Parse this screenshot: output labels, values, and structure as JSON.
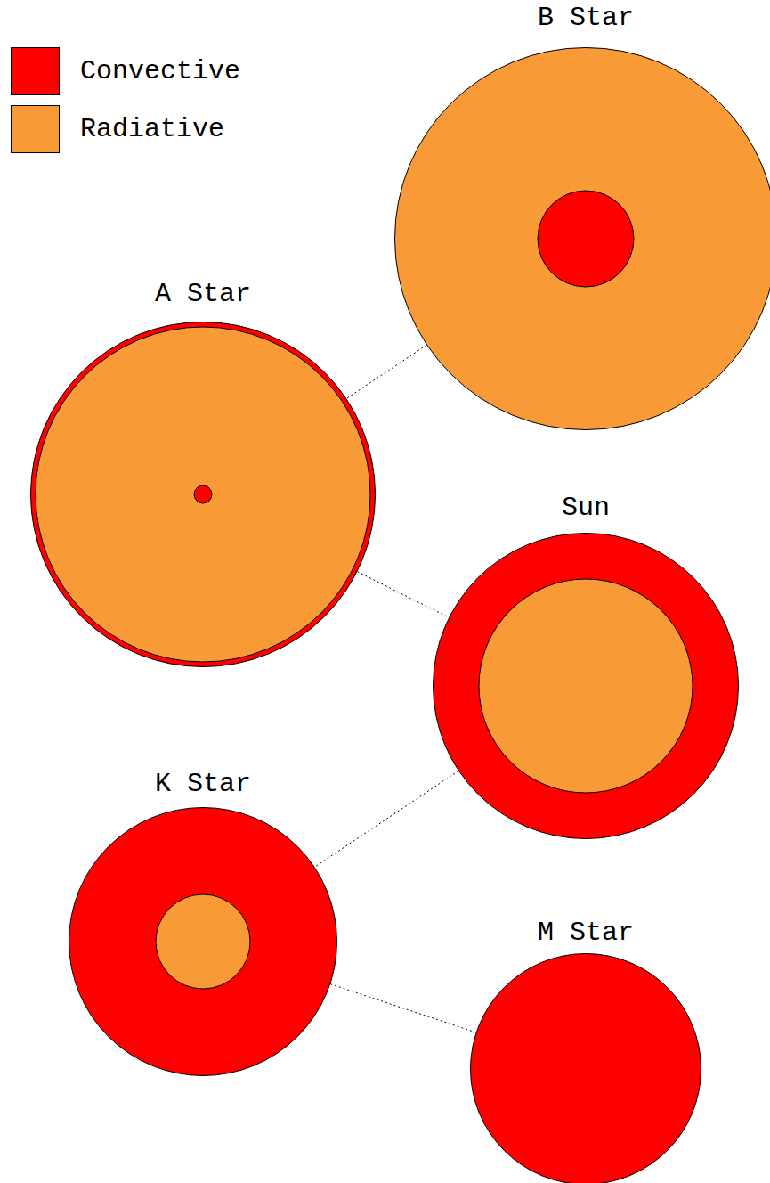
{
  "diagram": {
    "nodes": [
      {
        "text": [
          "B Star"
        ]
      },
      {
        "text": [
          "A Star"
        ]
      },
      {
        "text": [
          "Sun"
        ]
      },
      {
        "text": [
          "K Star"
        ]
      },
      {
        "text": [
          "M Star"
        ]
      }
    ],
    "edges": [
      {
        "from": 0,
        "to": 1,
        "arrow": "none"
      },
      {
        "from": 1,
        "to": 2,
        "arrow": "none"
      },
      {
        "from": 2,
        "to": 3,
        "arrow": "none"
      },
      {
        "from": 3,
        "to": 4,
        "arrow": "none"
      }
    ],
    "legend": [
      {
        "text": "Convective",
        "color": "#ff0000"
      },
      {
        "text": "Radiative",
        "color": "#f89a36"
      }
    ]
  }
}
